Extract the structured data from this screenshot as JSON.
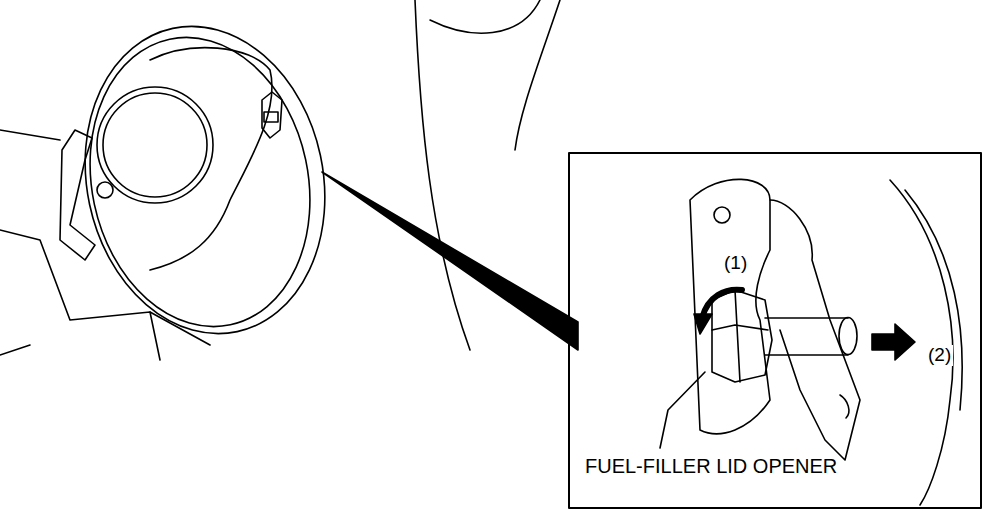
{
  "diagram": {
    "labels": [
      "(1)",
      "(2)",
      "FUEL-FILLER LID OPENER"
    ]
  }
}
